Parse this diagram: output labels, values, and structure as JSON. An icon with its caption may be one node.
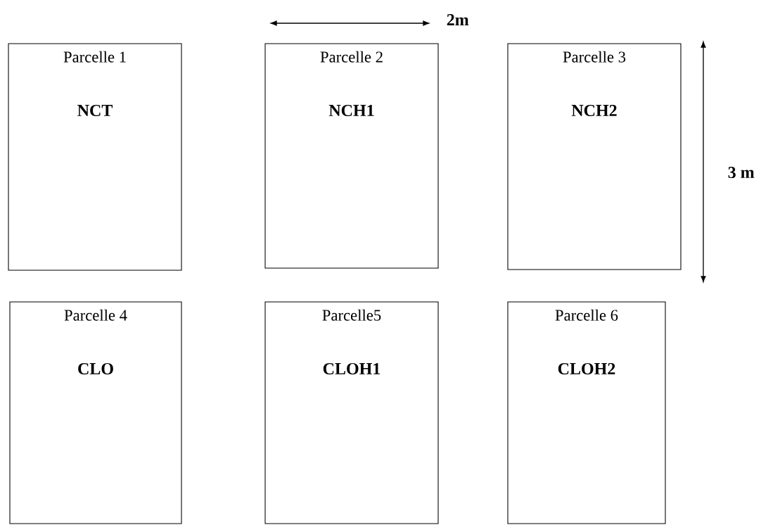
{
  "diagram": {
    "nodes": [
      {
        "text": [
          "Parcelle 1",
          "NCT"
        ]
      },
      {
        "text": [
          "Parcelle 2",
          "NCH1"
        ]
      },
      {
        "text": [
          "Parcelle 3",
          "NCH2"
        ]
      },
      {
        "text": [
          "Parcelle 4",
          "CLO"
        ]
      },
      {
        "text": [
          "Parcelle5",
          "CLOH1"
        ]
      },
      {
        "text": [
          "Parcelle 6",
          "CLOH2"
        ]
      }
    ],
    "labels": [
      "2m",
      "3 m"
    ]
  }
}
